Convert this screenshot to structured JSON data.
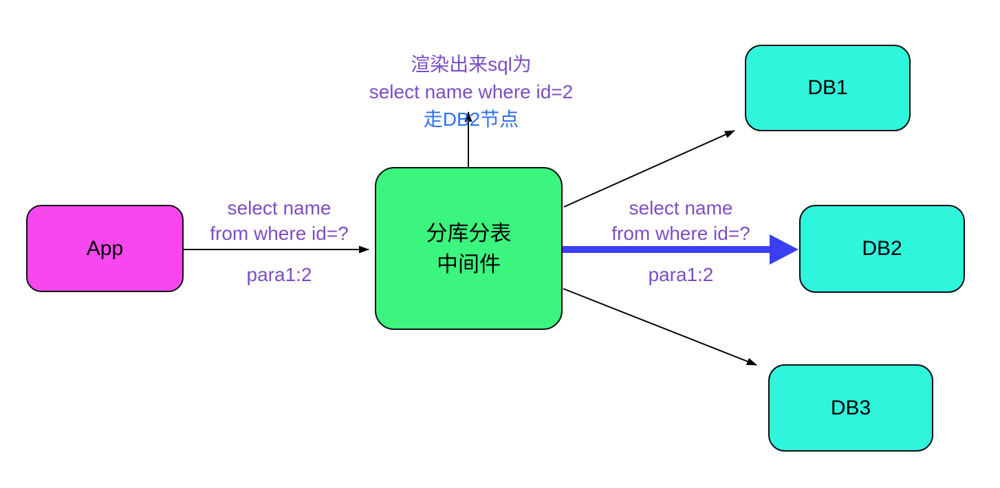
{
  "colors": {
    "app_fill": "#F847EF",
    "middleware_fill": "#3BF57E",
    "db_fill": "#2FF5DC",
    "node_border": "#0D0D0D",
    "edge_label_purple": "#7B4EC3",
    "annotation_purple": "#7B4EC3",
    "annotation_blue": "#2E6FF3",
    "highlight_arrow_blue": "#3A3FF4",
    "black_arrow": "#000000"
  },
  "nodes": {
    "app": {
      "label": "App"
    },
    "middleware": {
      "label_line1": "分库分表",
      "label_line2": "中间件"
    },
    "db1": {
      "label": "DB1"
    },
    "db2": {
      "label": "DB2"
    },
    "db3": {
      "label": "DB3"
    }
  },
  "edge_labels": {
    "app_to_middleware": {
      "sql_line1": "select name",
      "sql_line2": "from where id=?",
      "param": "para1:2"
    },
    "middleware_to_db2": {
      "sql_line1": "select name",
      "sql_line2": "from where id=?",
      "param": "para1:2"
    }
  },
  "annotation": {
    "line1": "渲染出来sql为",
    "line2": "select name where id=2",
    "line3": "走DB2节点"
  }
}
